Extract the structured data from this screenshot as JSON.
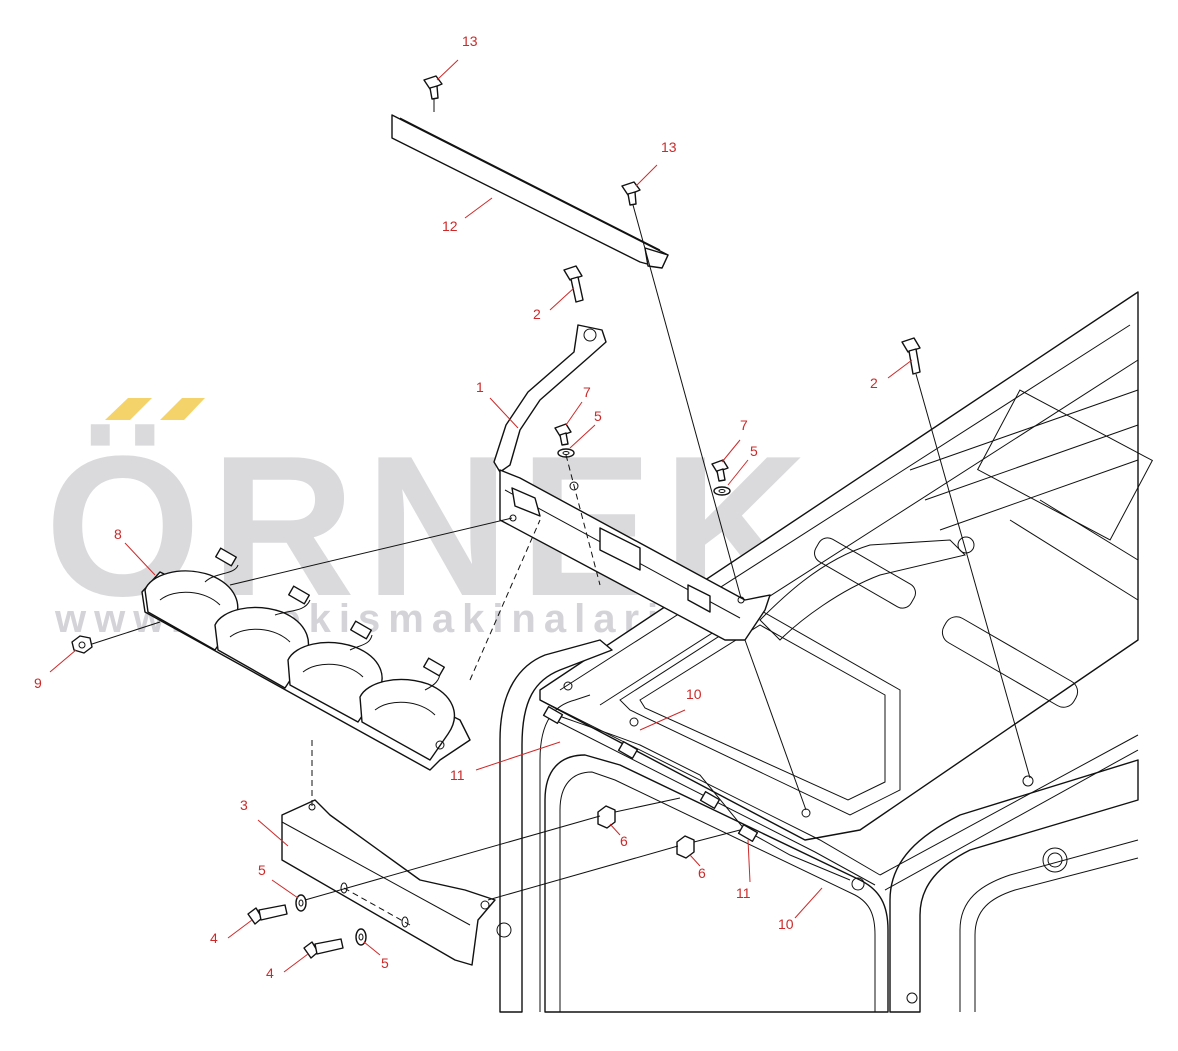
{
  "watermark": {
    "brand": "ÖRNEK",
    "url": "www.ornekismakinalari.com.tr",
    "accent_color": "#f3d36a",
    "text_color": "#d4d4d8"
  },
  "colors": {
    "callout": "#cc2a2a",
    "line": "#111111"
  },
  "callouts": [
    {
      "id": "c13a",
      "text": "13"
    },
    {
      "id": "c13b",
      "text": "13"
    },
    {
      "id": "c12",
      "text": "12"
    },
    {
      "id": "c2a",
      "text": "2"
    },
    {
      "id": "c2b",
      "text": "2"
    },
    {
      "id": "c1",
      "text": "1"
    },
    {
      "id": "c7a",
      "text": "7"
    },
    {
      "id": "c5a",
      "text": "5"
    },
    {
      "id": "c7b",
      "text": "7"
    },
    {
      "id": "c5b",
      "text": "5"
    },
    {
      "id": "c8",
      "text": "8"
    },
    {
      "id": "c9",
      "text": "9"
    },
    {
      "id": "c10a",
      "text": "10"
    },
    {
      "id": "c11a",
      "text": "11"
    },
    {
      "id": "c3",
      "text": "3"
    },
    {
      "id": "c6a",
      "text": "6"
    },
    {
      "id": "c6b",
      "text": "6"
    },
    {
      "id": "c5c",
      "text": "5"
    },
    {
      "id": "c4a",
      "text": "4"
    },
    {
      "id": "c11b",
      "text": "11"
    },
    {
      "id": "c10b",
      "text": "10"
    },
    {
      "id": "c4b",
      "text": "4"
    },
    {
      "id": "c5d",
      "text": "5"
    }
  ]
}
